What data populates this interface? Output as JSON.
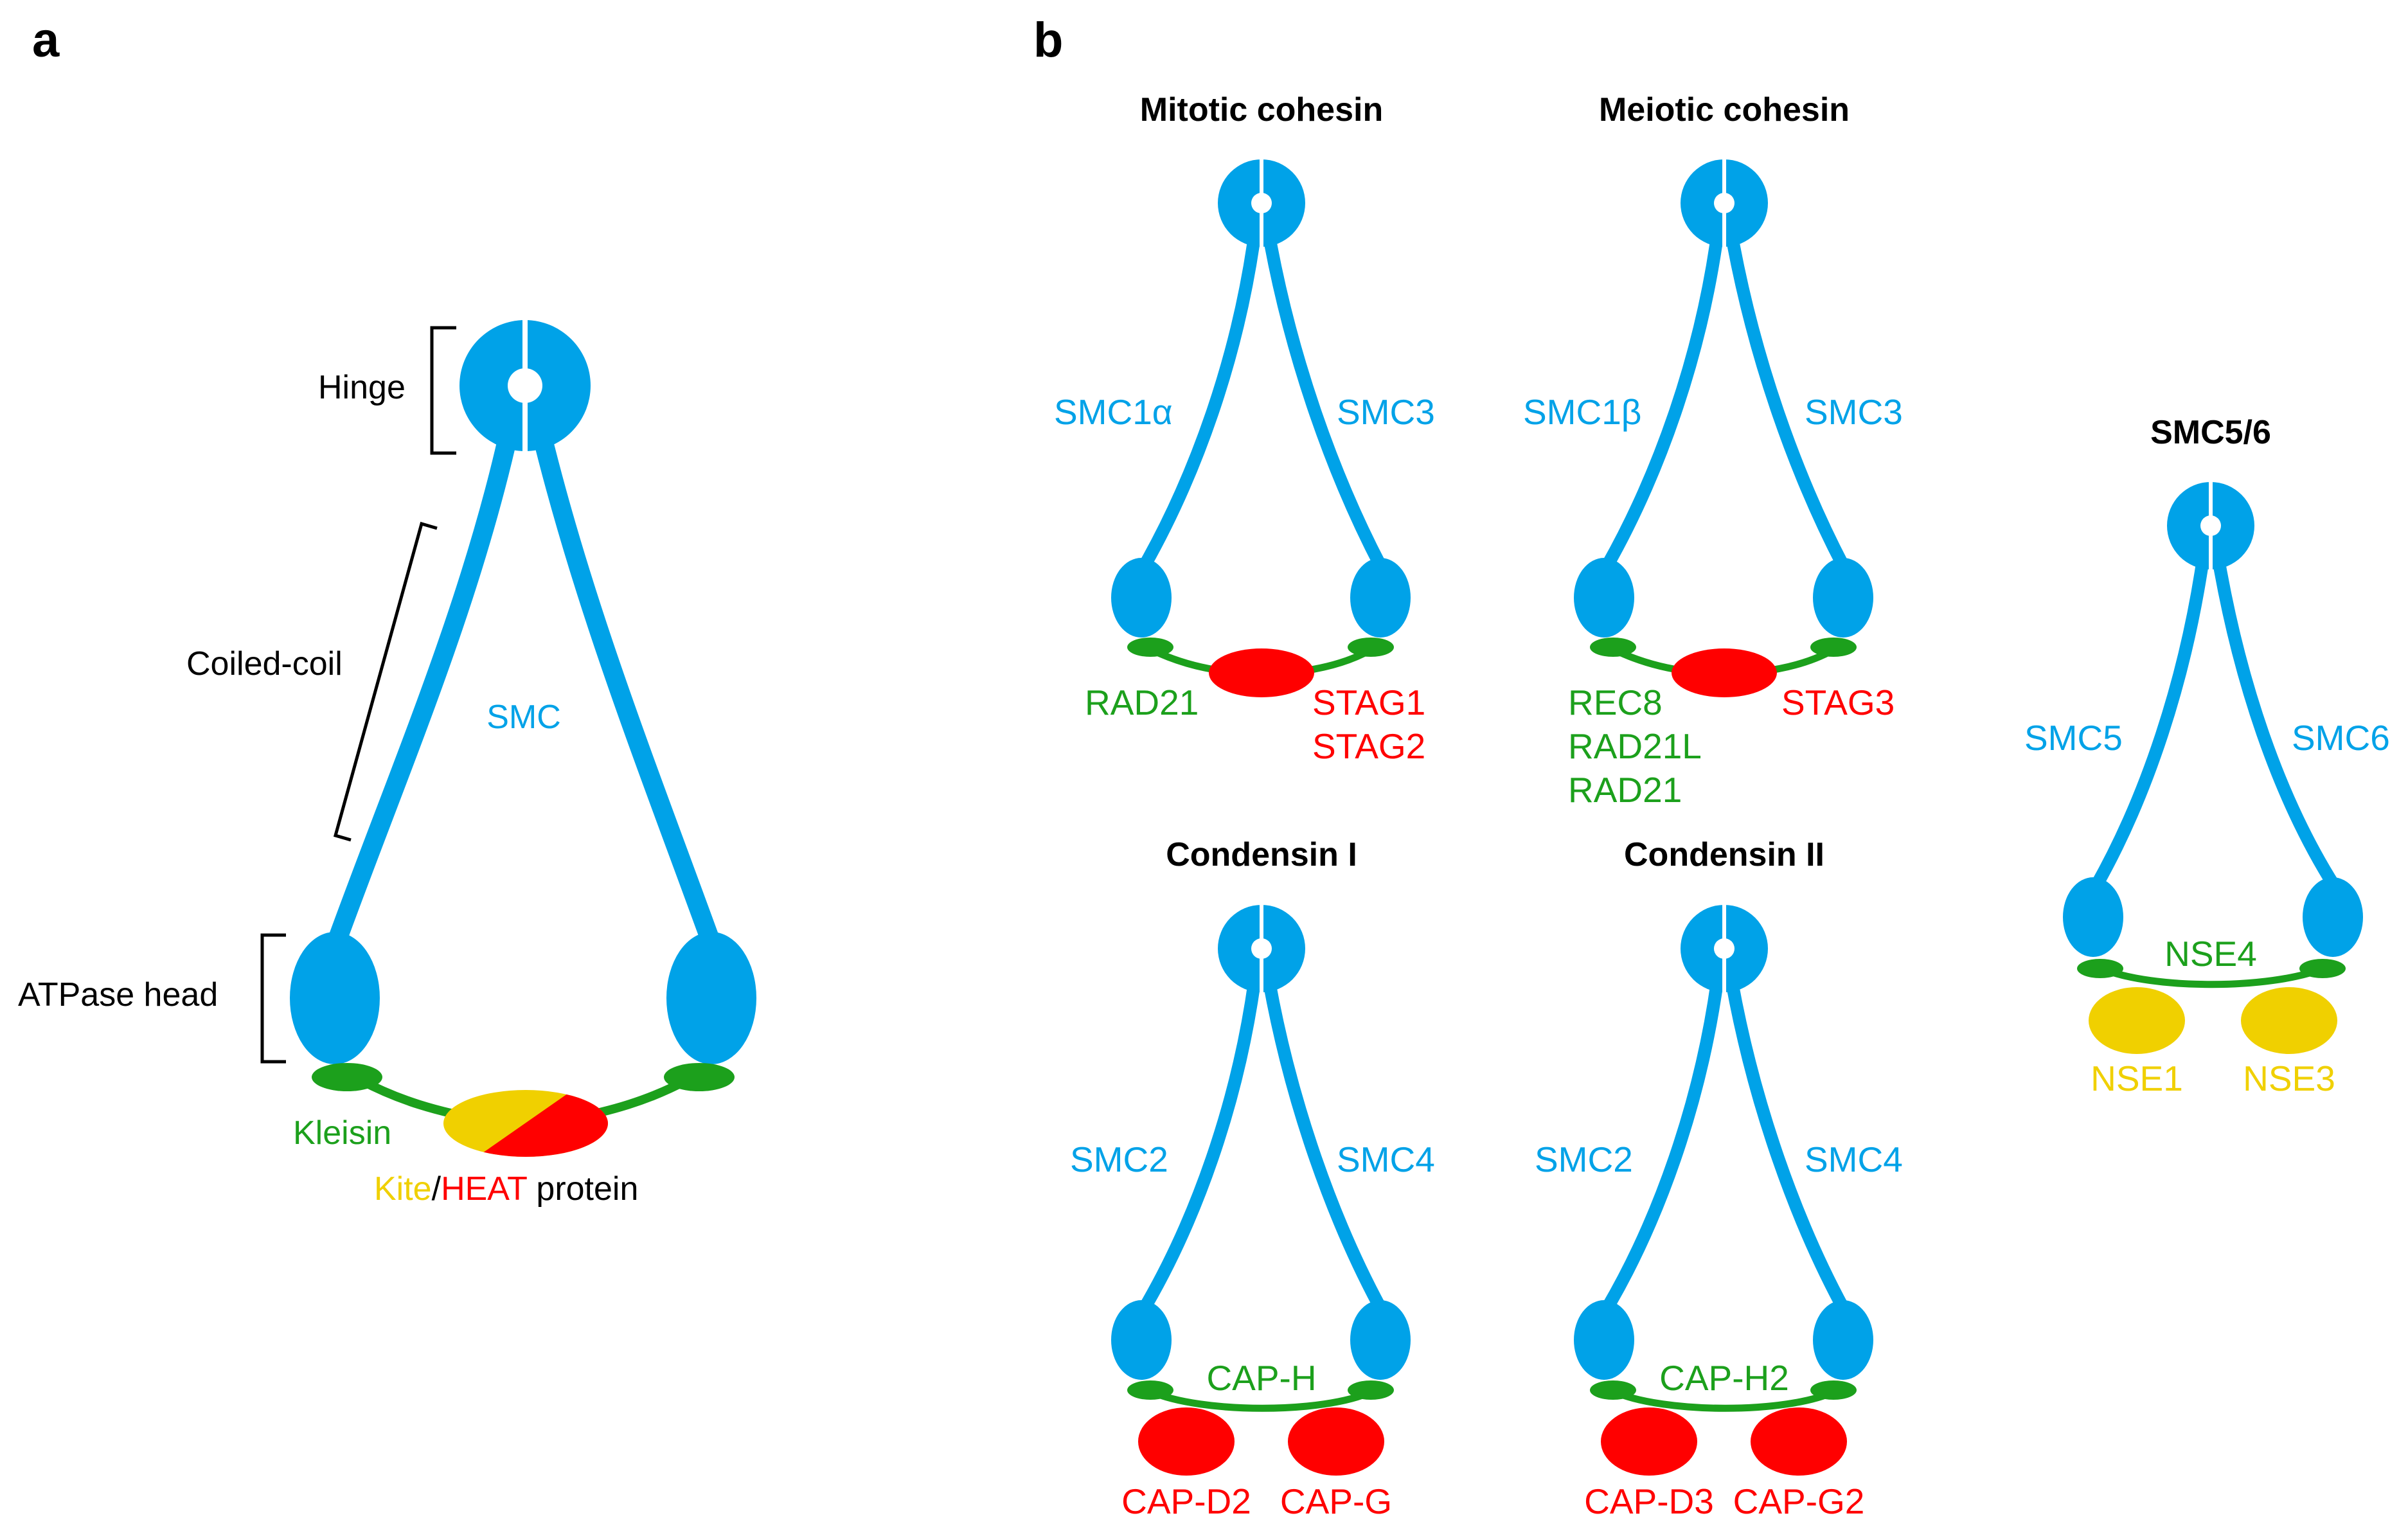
{
  "colors": {
    "smc": "#00a2e8",
    "kleisin": "#1ca01c",
    "heat": "#ff0000",
    "kite": "#f0d000",
    "text": "#000000"
  },
  "panel_a": {
    "letter": "a",
    "hinge": "Hinge",
    "coiled_coil": "Coiled-coil",
    "atpase_head": "ATPase head",
    "smc": "SMC",
    "kleisin": "Kleisin",
    "kite": "Kite",
    "slash": "/",
    "heat": "HEAT",
    "protein": " protein"
  },
  "panel_b": {
    "letter": "b",
    "mitotic": {
      "title": "Mitotic cohesin",
      "left_smc": "SMC1α",
      "right_smc": "SMC3",
      "kleisin": [
        "RAD21"
      ],
      "heat": [
        "STAG1",
        "STAG2"
      ]
    },
    "meiotic": {
      "title": "Meiotic cohesin",
      "left_smc": "SMC1β",
      "right_smc": "SMC3",
      "kleisin": [
        "REC8",
        "RAD21L",
        "RAD21"
      ],
      "heat": [
        "STAG3"
      ]
    },
    "condensin1": {
      "title": "Condensin I",
      "left_smc": "SMC2",
      "right_smc": "SMC4",
      "kleisin": "CAP-H",
      "heat_left": "CAP-D2",
      "heat_right": "CAP-G"
    },
    "condensin2": {
      "title": "Condensin II",
      "left_smc": "SMC2",
      "right_smc": "SMC4",
      "kleisin": "CAP-H2",
      "heat_left": "CAP-D3",
      "heat_right": "CAP-G2"
    },
    "smc56": {
      "title": "SMC5/6",
      "left_smc": "SMC5",
      "right_smc": "SMC6",
      "kleisin": "NSE4",
      "kite_left": "NSE1",
      "kite_right": "NSE3"
    }
  }
}
